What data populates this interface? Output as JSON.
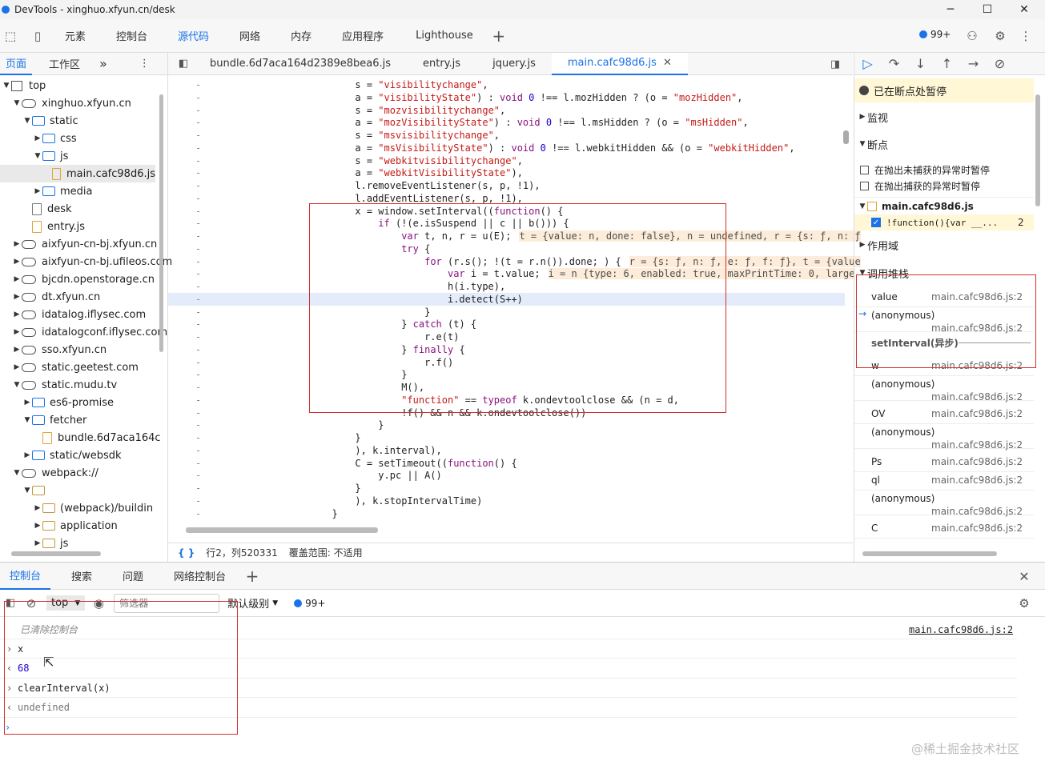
{
  "window": {
    "title": "DevTools - xinghuo.xfyun.cn/desk",
    "minimize": "─",
    "maximize": "☐",
    "close": "✕"
  },
  "main_tabs": [
    "元素",
    "控制台",
    "源代码",
    "网络",
    "内存",
    "应用程序",
    "Lighthouse"
  ],
  "active_main_tab": "源代码",
  "add_tab": "+",
  "issues_badge": "99+",
  "left_panel": {
    "tabs": [
      "页面",
      "工作区"
    ],
    "more": "»",
    "tree": [
      {
        "label": "top",
        "depth": 0,
        "kind": "frame",
        "open": true
      },
      {
        "label": "xinghuo.xfyun.cn",
        "depth": 1,
        "kind": "cloud",
        "open": true
      },
      {
        "label": "static",
        "depth": 2,
        "kind": "folder",
        "open": true
      },
      {
        "label": "css",
        "depth": 3,
        "kind": "folder",
        "open": false
      },
      {
        "label": "js",
        "depth": 3,
        "kind": "folder",
        "open": true
      },
      {
        "label": "main.cafc98d6.js",
        "depth": 4,
        "kind": "jsfile",
        "selected": true
      },
      {
        "label": "media",
        "depth": 3,
        "kind": "folder",
        "open": false
      },
      {
        "label": "desk",
        "depth": 2,
        "kind": "file"
      },
      {
        "label": "entry.js",
        "depth": 2,
        "kind": "jsfile"
      },
      {
        "label": "aixfyun-cn-bj.xfyun.cn",
        "depth": 1,
        "kind": "cloud",
        "open": false
      },
      {
        "label": "aixfyun-cn-bj.ufileos.com",
        "depth": 1,
        "kind": "cloud",
        "open": false
      },
      {
        "label": "bjcdn.openstorage.cn",
        "depth": 1,
        "kind": "cloud",
        "open": false
      },
      {
        "label": "dt.xfyun.cn",
        "depth": 1,
        "kind": "cloud",
        "open": false
      },
      {
        "label": "idatalog.iflysec.com",
        "depth": 1,
        "kind": "cloud",
        "open": false
      },
      {
        "label": "idatalogconf.iflysec.com",
        "depth": 1,
        "kind": "cloud",
        "open": false
      },
      {
        "label": "sso.xfyun.cn",
        "depth": 1,
        "kind": "cloud",
        "open": false
      },
      {
        "label": "static.geetest.com",
        "depth": 1,
        "kind": "cloud",
        "open": false
      },
      {
        "label": "static.mudu.tv",
        "depth": 1,
        "kind": "cloud",
        "open": true
      },
      {
        "label": "es6-promise",
        "depth": 2,
        "kind": "folder",
        "open": false
      },
      {
        "label": "fetcher",
        "depth": 2,
        "kind": "folder",
        "open": true
      },
      {
        "label": "bundle.6d7aca164c",
        "depth": 3,
        "kind": "jsfile"
      },
      {
        "label": "static/websdk",
        "depth": 2,
        "kind": "folder",
        "open": false
      },
      {
        "label": "webpack://",
        "depth": 1,
        "kind": "cloud",
        "open": true
      },
      {
        "label": "",
        "depth": 2,
        "kind": "ofolder",
        "open": true
      },
      {
        "label": "(webpack)/buildin",
        "depth": 3,
        "kind": "ofolder",
        "open": false
      },
      {
        "label": "application",
        "depth": 3,
        "kind": "ofolder",
        "open": false
      },
      {
        "label": "js",
        "depth": 3,
        "kind": "ofolder",
        "open": false
      }
    ]
  },
  "source_tabs": [
    "bundle.6d7aca164d2389e8bea6.js",
    "entry.js",
    "jquery.js",
    "main.cafc98d6.js"
  ],
  "active_source_tab": "main.cafc98d6.js",
  "code_lines": [
    {
      "t": "                        s = \"visibilitychange\","
    },
    {
      "t": "                        a = \"visibilityState\") : void 0 !== l.mozHidden ? (o = \"mozHidden\","
    },
    {
      "t": "                        s = \"mozvisibilitychange\","
    },
    {
      "t": "                        a = \"mozVisibilityState\") : void 0 !== l.msHidden ? (o = \"msHidden\","
    },
    {
      "t": "                        s = \"msvisibilitychange\","
    },
    {
      "t": "                        a = \"msVisibilityState\") : void 0 !== l.webkitHidden && (o = \"webkitHidden\","
    },
    {
      "t": "                        s = \"webkitvisibilitychange\","
    },
    {
      "t": "                        a = \"webkitVisibilityState\"),"
    },
    {
      "t": "                        l.removeEventListener(s, p, !1),"
    },
    {
      "t": "                        l.addEventListener(s, p, !1),"
    },
    {
      "t": "                        x = window.setInterval((function() {"
    },
    {
      "t": "                            if (!(e.isSuspend || c || b())) {"
    },
    {
      "t": "                                var t, n, r = u(E);",
      "inline": "t = {value: n, done: false}, n = undefined, r = {s: ƒ, n: ƒ"
    },
    {
      "t": "                                try {"
    },
    {
      "t": "                                    for (r.s(); !(t = r.n()).done; ) {",
      "inline": "r = {s: ƒ, n: ƒ, e: ƒ, f: ƒ}, t = {value"
    },
    {
      "t": "                                        var i = t.value;",
      "inline": "i = n {type: 6, enabled: true, maxPrintTime: 0, large"
    },
    {
      "t": "                                        h(i.type),"
    },
    {
      "t": "                                        i.detect(S++)",
      "current": true
    },
    {
      "t": "                                    }"
    },
    {
      "t": "                                } catch (t) {"
    },
    {
      "t": "                                    r.e(t)"
    },
    {
      "t": "                                } finally {"
    },
    {
      "t": "                                    r.f()"
    },
    {
      "t": "                                }"
    },
    {
      "t": "                                M(),"
    },
    {
      "t": "                                \"function\" == typeof k.ondevtoolclose && (n = d,"
    },
    {
      "t": "                                !f() && n && k.ondevtoolclose())"
    },
    {
      "t": "                            }"
    },
    {
      "t": "                        }"
    },
    {
      "t": "                        ), k.interval),"
    },
    {
      "t": "                        C = setTimeout((function() {"
    },
    {
      "t": "                            y.pc || A()"
    },
    {
      "t": "                        }"
    },
    {
      "t": "                        ), k.stopIntervalTime)"
    },
    {
      "t": "                    }"
    }
  ],
  "gutter_mark": "-",
  "source_status": {
    "braces": "{ }",
    "position": "行2，列520331",
    "coverage": "覆盖范围: 不适用"
  },
  "right_panel": {
    "paused": "已在断点处暂停",
    "watch": "监视",
    "breakpoints": "断点",
    "bp_uncaught": "在抛出未捕获的异常时暂停",
    "bp_caught": "在抛出捕获的异常时暂停",
    "bp_file": "main.cafc98d6.js",
    "bp_code": "!function(){var __...",
    "bp_line": "2",
    "scope": "作用域",
    "call_stack": "调用堆栈",
    "frames": [
      {
        "fn": "value",
        "loc": "main.cafc98d6.js:2"
      },
      {
        "fn": "(anonymous)",
        "loc": "main.cafc98d6.js:2",
        "current": true
      },
      {
        "fn": "setInterval(异步)",
        "async": true
      },
      {
        "fn": "w",
        "loc": "main.cafc98d6.js:2"
      },
      {
        "fn": "(anonymous)",
        "loc": "main.cafc98d6.js:2"
      },
      {
        "fn": "OV",
        "loc": "main.cafc98d6.js:2"
      },
      {
        "fn": "(anonymous)",
        "loc": "main.cafc98d6.js:2"
      },
      {
        "fn": "Ps",
        "loc": "main.cafc98d6.js:2"
      },
      {
        "fn": "ql",
        "loc": "main.cafc98d6.js:2"
      },
      {
        "fn": "(anonymous)",
        "loc": "main.cafc98d6.js:2"
      },
      {
        "fn": "C",
        "loc": "main.cafc98d6.js:2"
      }
    ]
  },
  "drawer": {
    "tabs": [
      "控制台",
      "搜索",
      "问题",
      "网络控制台"
    ],
    "active": "控制台",
    "context": "top",
    "filter_placeholder": "筛选器",
    "level": "默认级别",
    "badge": "99+",
    "cleared": "已清除控制台",
    "cleared_src": "main.cafc98d6.js:2",
    "entries": [
      {
        "kind": "in",
        "prefix": "›",
        "text": "x"
      },
      {
        "kind": "out",
        "prefix": "‹",
        "text": "68"
      },
      {
        "kind": "in",
        "prefix": "›",
        "text": "clearInterval(x)"
      },
      {
        "kind": "out",
        "prefix": "‹",
        "text": "undefined"
      }
    ],
    "prompt": "›"
  },
  "watermark": "@稀土掘金技术社区",
  "colors": {
    "accent": "#1a73e8",
    "highlight": "#e4ecfb",
    "inline_value_bg": "#fcecd9",
    "paused_bg": "#fff7d6",
    "annotation_red": "#d32f2f"
  }
}
